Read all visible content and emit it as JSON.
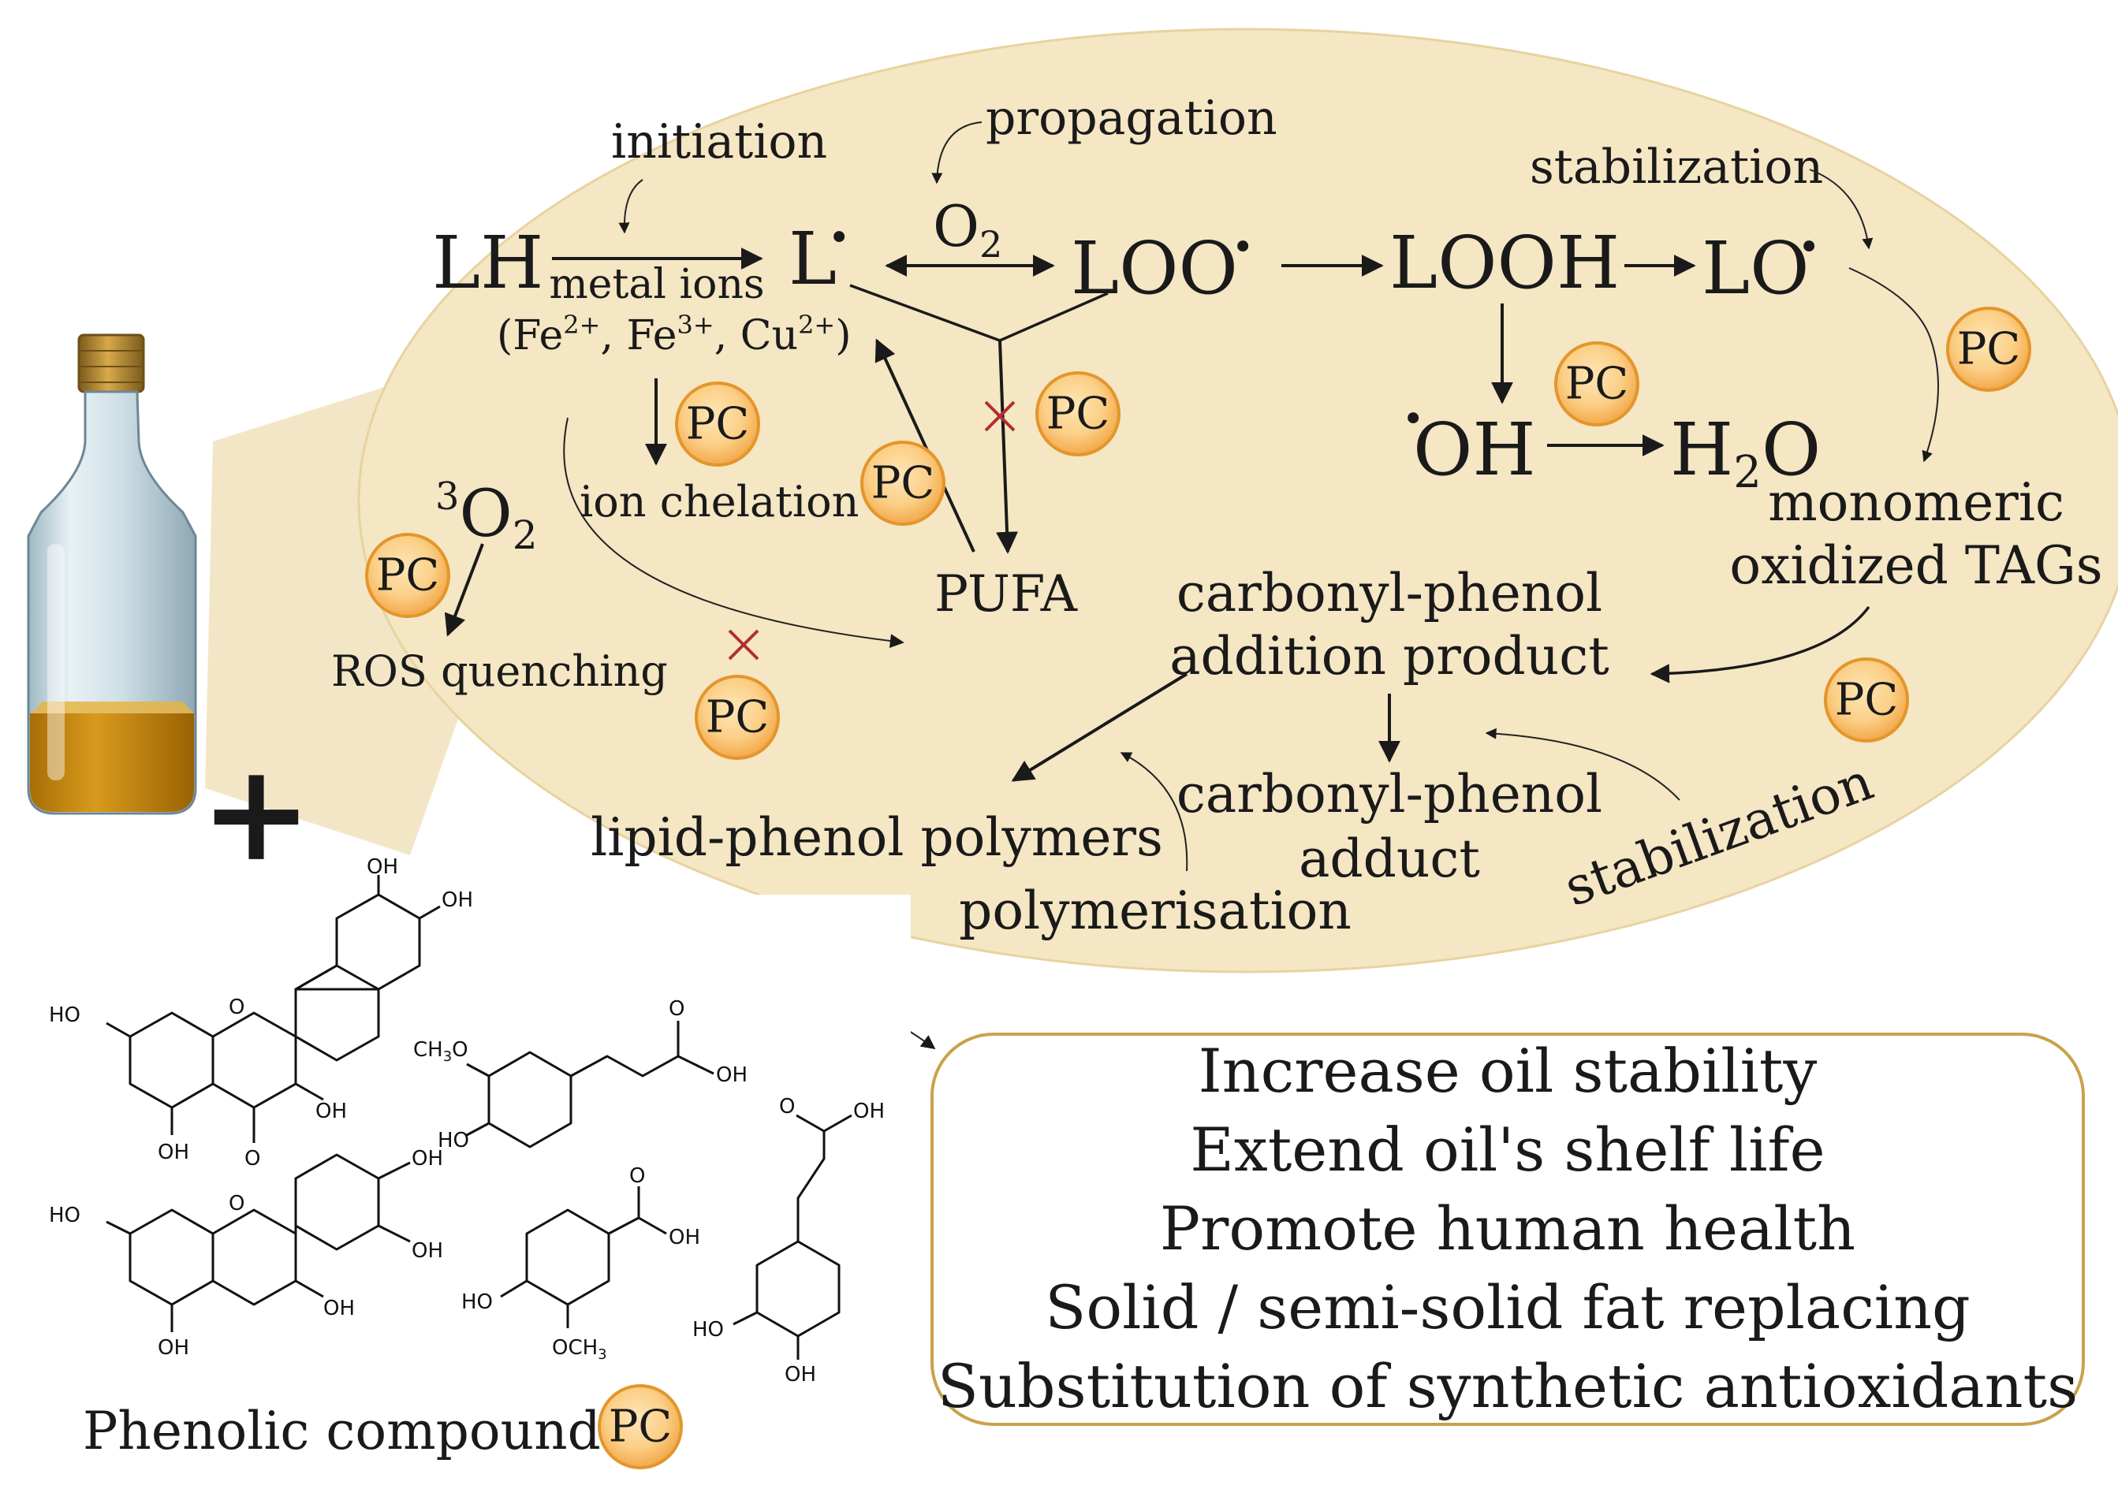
{
  "colors": {
    "ellipse_fill": "#f5e6c4",
    "ellipse_stroke": "#e8d3a0",
    "pc_fill_center": "#fde2b0",
    "pc_fill_edge": "#f6b45a",
    "pc_stroke": "#e3962a",
    "cross": "#b03030",
    "box_border": "#c9a24a",
    "oil": "#c98a12"
  },
  "diagram": {
    "species": {
      "LH": "LH",
      "L_radical": "L",
      "LOO_radical": "LOO",
      "LOOH": "LOOH",
      "LO_radical": "LO",
      "OH_radical": "OH",
      "H2O_H": "H",
      "H2O_sub": "2",
      "H2O_O": "O",
      "O2_main": "O",
      "O2_sub": "2",
      "singlet_sup": "3",
      "singlet_O": "O",
      "singlet_sub": "2",
      "PUFA": "PUFA"
    },
    "labels": {
      "initiation": "initiation",
      "propagation": "propagation",
      "stabilization_top": "stabilization",
      "metal_ions": "metal ions",
      "metal_list_open": "(Fe",
      "fe2_sup": "2+",
      "fe3_mid": ", Fe",
      "fe3_sup": "3+",
      "cu_mid": ", Cu",
      "cu_sup": "2+",
      "close_paren": ")",
      "ion_chelation": "ion chelation",
      "ros_quenching": "ROS quenching",
      "monomeric": "monomeric",
      "oxidized_tags": "oxidized TAGs",
      "carbonyl_addition_1": "carbonyl-phenol",
      "carbonyl_addition_2": "addition product",
      "carbonyl_adduct_1": "carbonyl-phenol",
      "carbonyl_adduct_2": "adduct",
      "lipid_phenol": "lipid-phenol polymers",
      "polymerisation": "polymerisation",
      "stabilization_bottom": "stabilization",
      "radical_dot": "•"
    },
    "pc_badge_label": "PC",
    "plus_sign": "+"
  },
  "molecules": {
    "label_oh": "OH",
    "label_ho": "HO",
    "label_o": "O",
    "label_ch3o": "CH",
    "label_ch3o_sub": "3",
    "label_ch3o_tail": "O",
    "label_och3": "OCH",
    "label_och3_sub": "3"
  },
  "legend": {
    "phenolic_compounds": "Phenolic compounds",
    "pc": "PC"
  },
  "benefits": [
    "Increase oil stability",
    "Extend oil's shelf life",
    "Promote human health",
    "Solid / semi-solid fat replacing",
    "Substitution of synthetic antioxidants"
  ]
}
